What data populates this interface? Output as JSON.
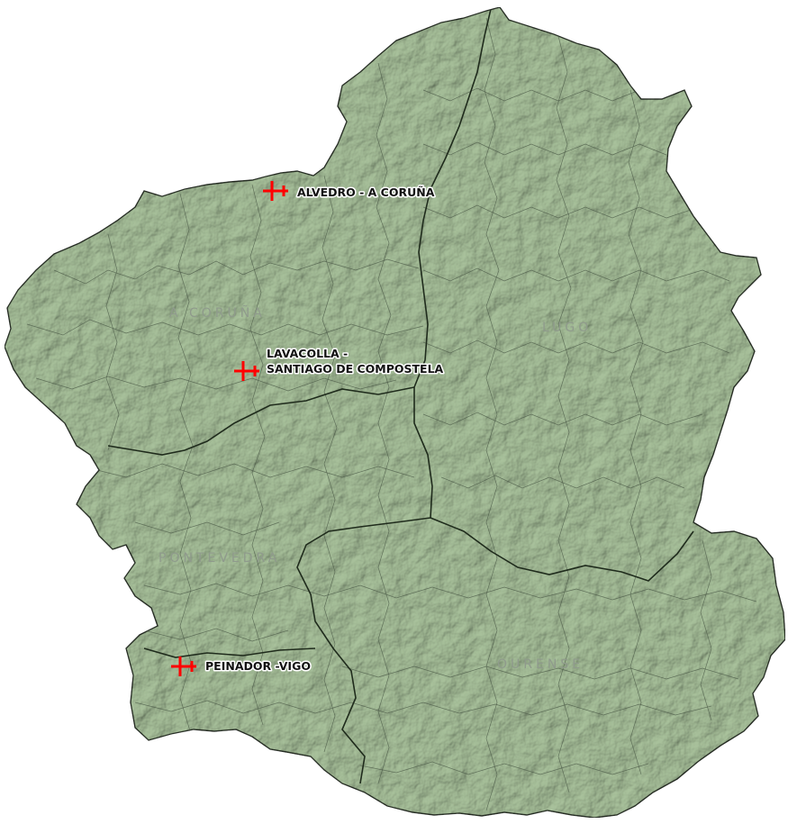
{
  "map": {
    "land_color": "#a9c29c",
    "border_color": "#2b3328",
    "airport_icon_color": "#ff0000",
    "provinces": [
      {
        "key": "coruna",
        "name": "A CORUÑA"
      },
      {
        "key": "lugo",
        "name": "LUGO"
      },
      {
        "key": "pontevedra",
        "name": "PONTEVEDRA"
      },
      {
        "key": "ourense",
        "name": "OURENSE"
      }
    ],
    "airports": [
      {
        "key": "alvedro",
        "name": "ALVEDRO - A CORUÑA",
        "icon": "airplane-icon"
      },
      {
        "key": "lavacolla",
        "line1": "LAVACOLLA -",
        "line2": "SANTIAGO DE COMPOSTELA",
        "icon": "airplane-icon"
      },
      {
        "key": "peinador",
        "name": "PEINADOR -VIGO",
        "icon": "airplane-icon"
      }
    ]
  }
}
